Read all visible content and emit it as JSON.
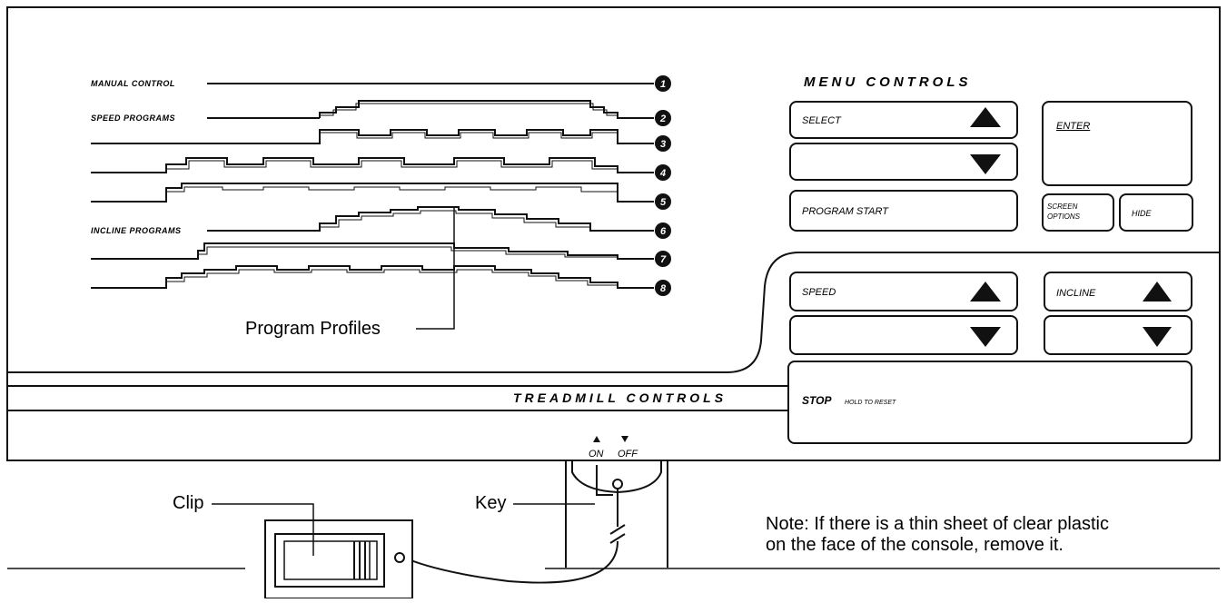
{
  "programs": {
    "manual_label": "MANUAL CONTROL",
    "speed_label": "SPEED PROGRAMS",
    "incline_label": "INCLINE PROGRAMS",
    "numbers": [
      "1",
      "2",
      "3",
      "4",
      "5",
      "6",
      "7",
      "8"
    ],
    "profiles_callout": "Program Profiles"
  },
  "menu": {
    "title": "MENU CONTROLS",
    "select_label": "SELECT",
    "enter_label": "ENTER",
    "program_start_label": "PROGRAM START",
    "screen_options_line1": "SCREEN",
    "screen_options_line2": "OPTIONS",
    "hide_label": "HIDE"
  },
  "treadmill": {
    "title": "TREADMILL CONTROLS",
    "speed_label": "SPEED",
    "incline_label": "INCLINE",
    "stop_label": "STOP",
    "stop_hint": "HOLD TO RESET"
  },
  "key": {
    "on_label": "ON",
    "off_label": "OFF",
    "key_callout": "Key",
    "clip_callout": "Clip"
  },
  "note": {
    "line1": "Note: If there is a thin sheet of clear plastic",
    "line2": "on the face of the console, remove it."
  }
}
